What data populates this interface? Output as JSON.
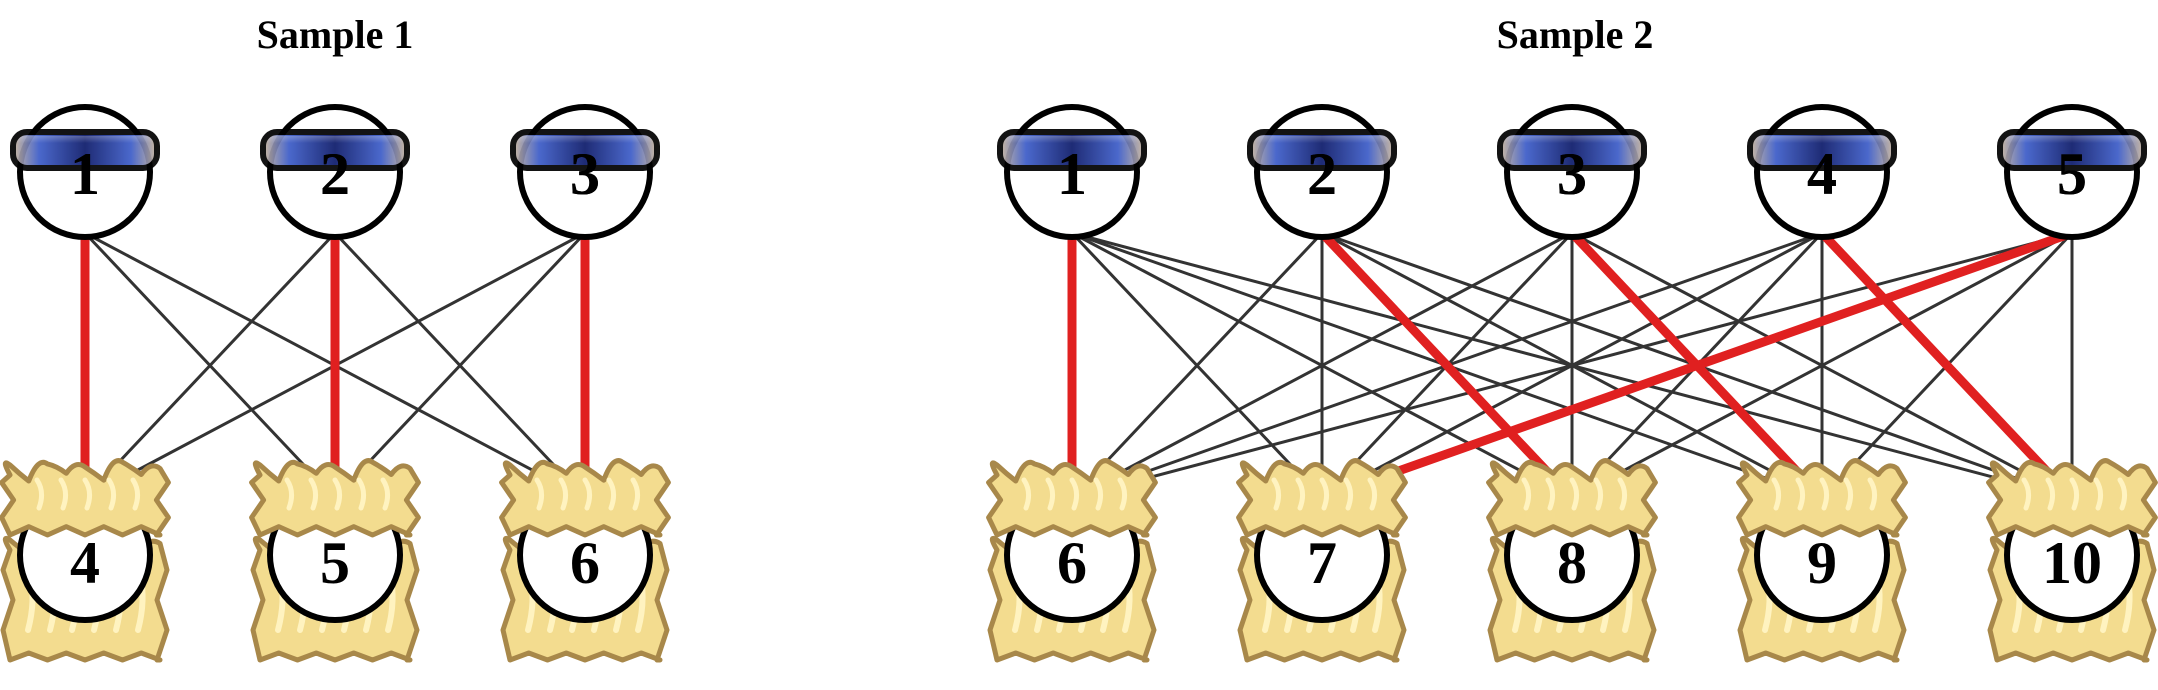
{
  "samples": [
    {
      "title": "Sample 1",
      "top_nodes": [
        "1",
        "2",
        "3"
      ],
      "bottom_nodes": [
        "4",
        "5",
        "6"
      ],
      "matched": [
        [
          0,
          0
        ],
        [
          1,
          1
        ],
        [
          2,
          2
        ]
      ]
    },
    {
      "title": "Sample 2",
      "top_nodes": [
        "1",
        "2",
        "3",
        "4",
        "5"
      ],
      "bottom_nodes": [
        "6",
        "7",
        "8",
        "9",
        "10"
      ],
      "matched": [
        [
          0,
          0
        ],
        [
          1,
          2
        ],
        [
          2,
          3
        ],
        [
          3,
          4
        ],
        [
          4,
          1
        ]
      ]
    }
  ],
  "colors": {
    "matched_edge": "#e02020",
    "edge": "#333333",
    "sunglasses_dark": "#0c1a5a",
    "sunglasses_light": "#b8a890",
    "hair_fill": "#f3dc8f",
    "hair_stroke": "#a8884a",
    "hair_highlight": "#fff3c0"
  },
  "icons": {
    "top_node": "sunglasses-person-icon",
    "bottom_node": "blonde-hair-person-icon"
  }
}
